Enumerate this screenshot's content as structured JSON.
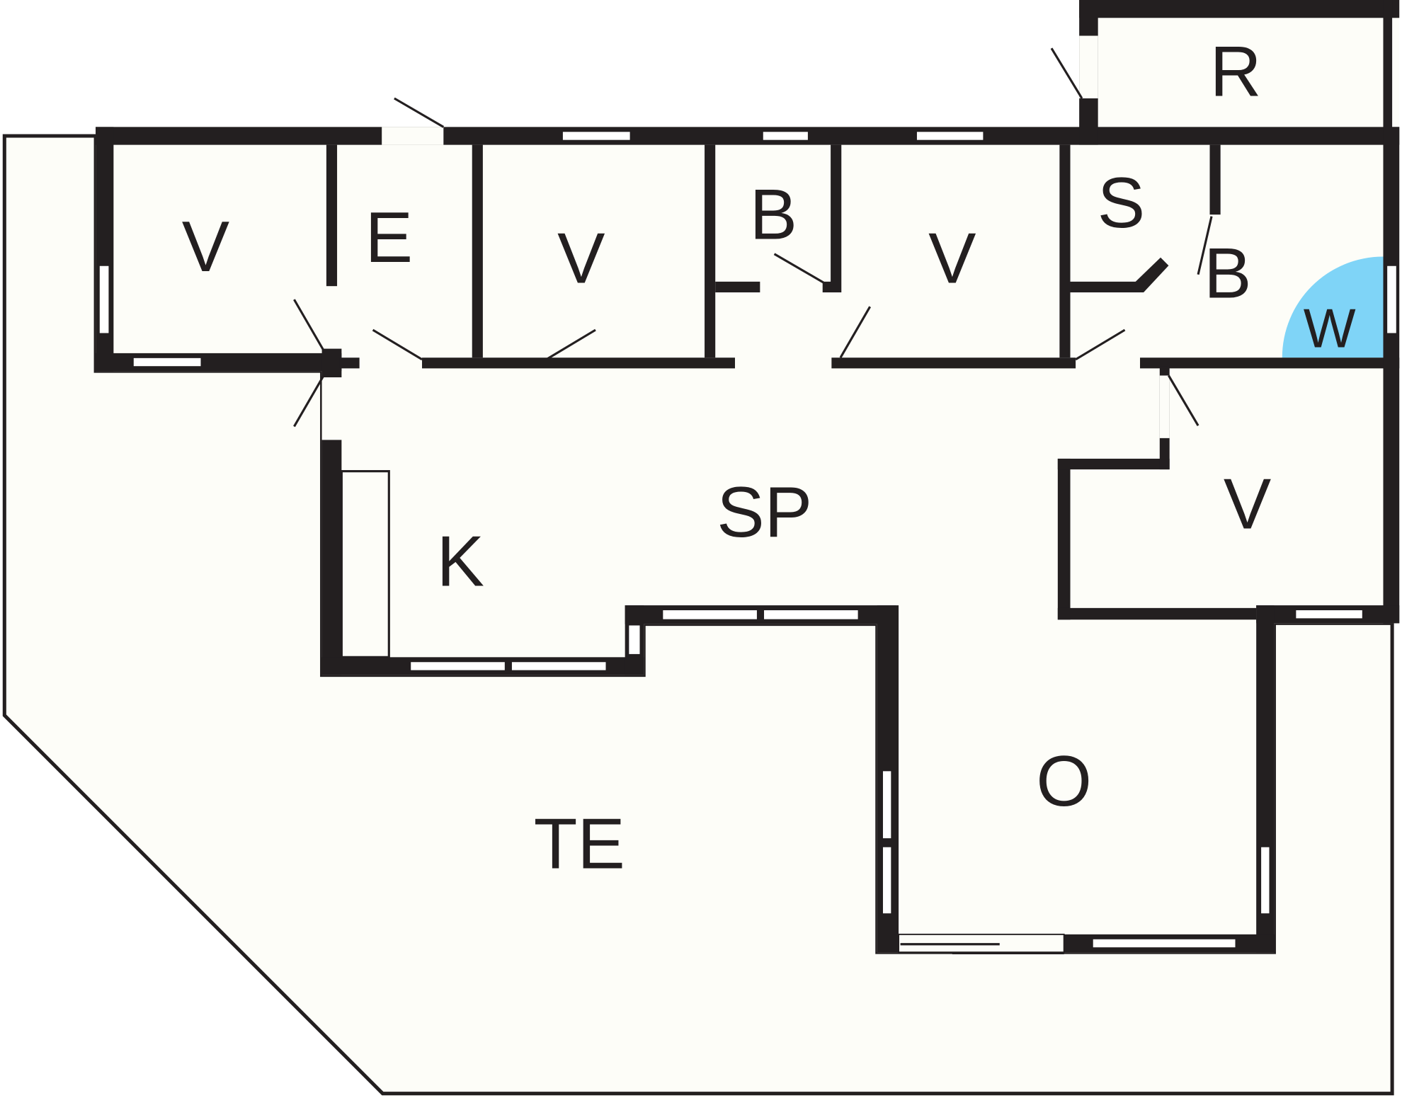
{
  "title": "Floor plan",
  "colors": {
    "wall": "#231f20",
    "floor": "#fdfdf8",
    "wet_area": "#7fd4f7"
  },
  "rooms": [
    {
      "id": "v1",
      "label": "V"
    },
    {
      "id": "e",
      "label": "E"
    },
    {
      "id": "v2",
      "label": "V"
    },
    {
      "id": "b1",
      "label": "B"
    },
    {
      "id": "v3",
      "label": "V"
    },
    {
      "id": "s",
      "label": "S"
    },
    {
      "id": "b2",
      "label": "B"
    },
    {
      "id": "w",
      "label": "W"
    },
    {
      "id": "r",
      "label": "R"
    },
    {
      "id": "sp",
      "label": "SP"
    },
    {
      "id": "k",
      "label": "K"
    },
    {
      "id": "v4",
      "label": "V"
    },
    {
      "id": "o",
      "label": "O"
    },
    {
      "id": "te",
      "label": "TE"
    }
  ]
}
